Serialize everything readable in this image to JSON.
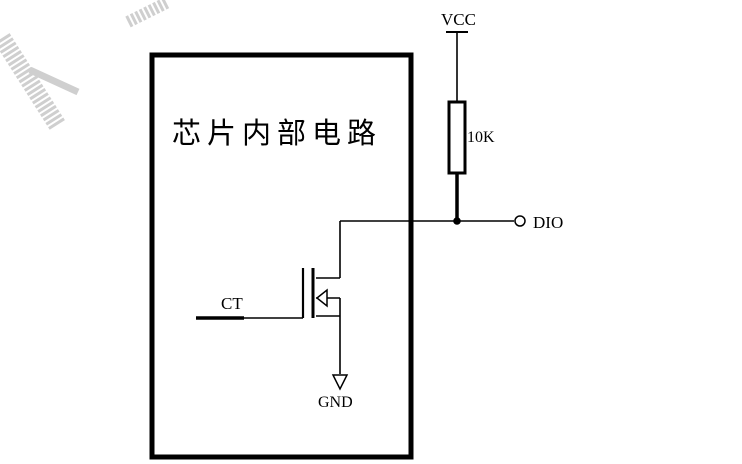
{
  "diagram": {
    "chip_title": "芯片内部电路",
    "supply_label": "VCC",
    "resistor_label": "10K",
    "output_label": "DIO",
    "input_label": "CT",
    "ground_label": "GND"
  },
  "colors": {
    "wire": "#000000",
    "background": "#ffffff",
    "watermark": "#c8c8c8"
  }
}
